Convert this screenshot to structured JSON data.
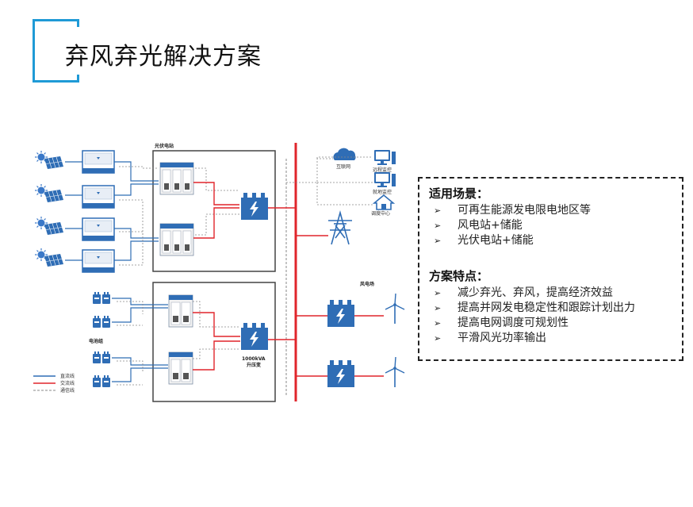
{
  "page": {
    "title": "弃风弃光解决方案"
  },
  "diagram": {
    "pv_station_label": "光伏电站",
    "battery_group_label": "电池组",
    "transformer_label_1": "1000kVA",
    "transformer_label_2": "升压变",
    "internet_label": "互联网",
    "remote_monitor_label": "远程监控",
    "local_monitor_label": "就地监控",
    "dispatch_center_label": "调度中心",
    "wind_farm_label": "风电场",
    "legend": [
      {
        "label": "直流线",
        "color": "#2f6db5"
      },
      {
        "label": "交流线",
        "color": "#e0252b"
      },
      {
        "label": "通信线",
        "color": "#888888"
      }
    ],
    "colors": {
      "dc": "#2f6db5",
      "ac": "#e0252b",
      "comm": "#888888",
      "accent": "#1f9ad6"
    }
  },
  "info": {
    "scenarios_title": "适用场景：",
    "scenarios": [
      "可再生能源发电限电地区等",
      "风电站+储能",
      "光伏电站+储能"
    ],
    "features_title": "方案特点：",
    "features": [
      "减少弃光、弃风，提高经济效益",
      "提高并网发电稳定性和跟踪计划出力",
      "提高电网调度可规划性",
      "平滑风光功率输出"
    ],
    "bullet": "➢"
  }
}
